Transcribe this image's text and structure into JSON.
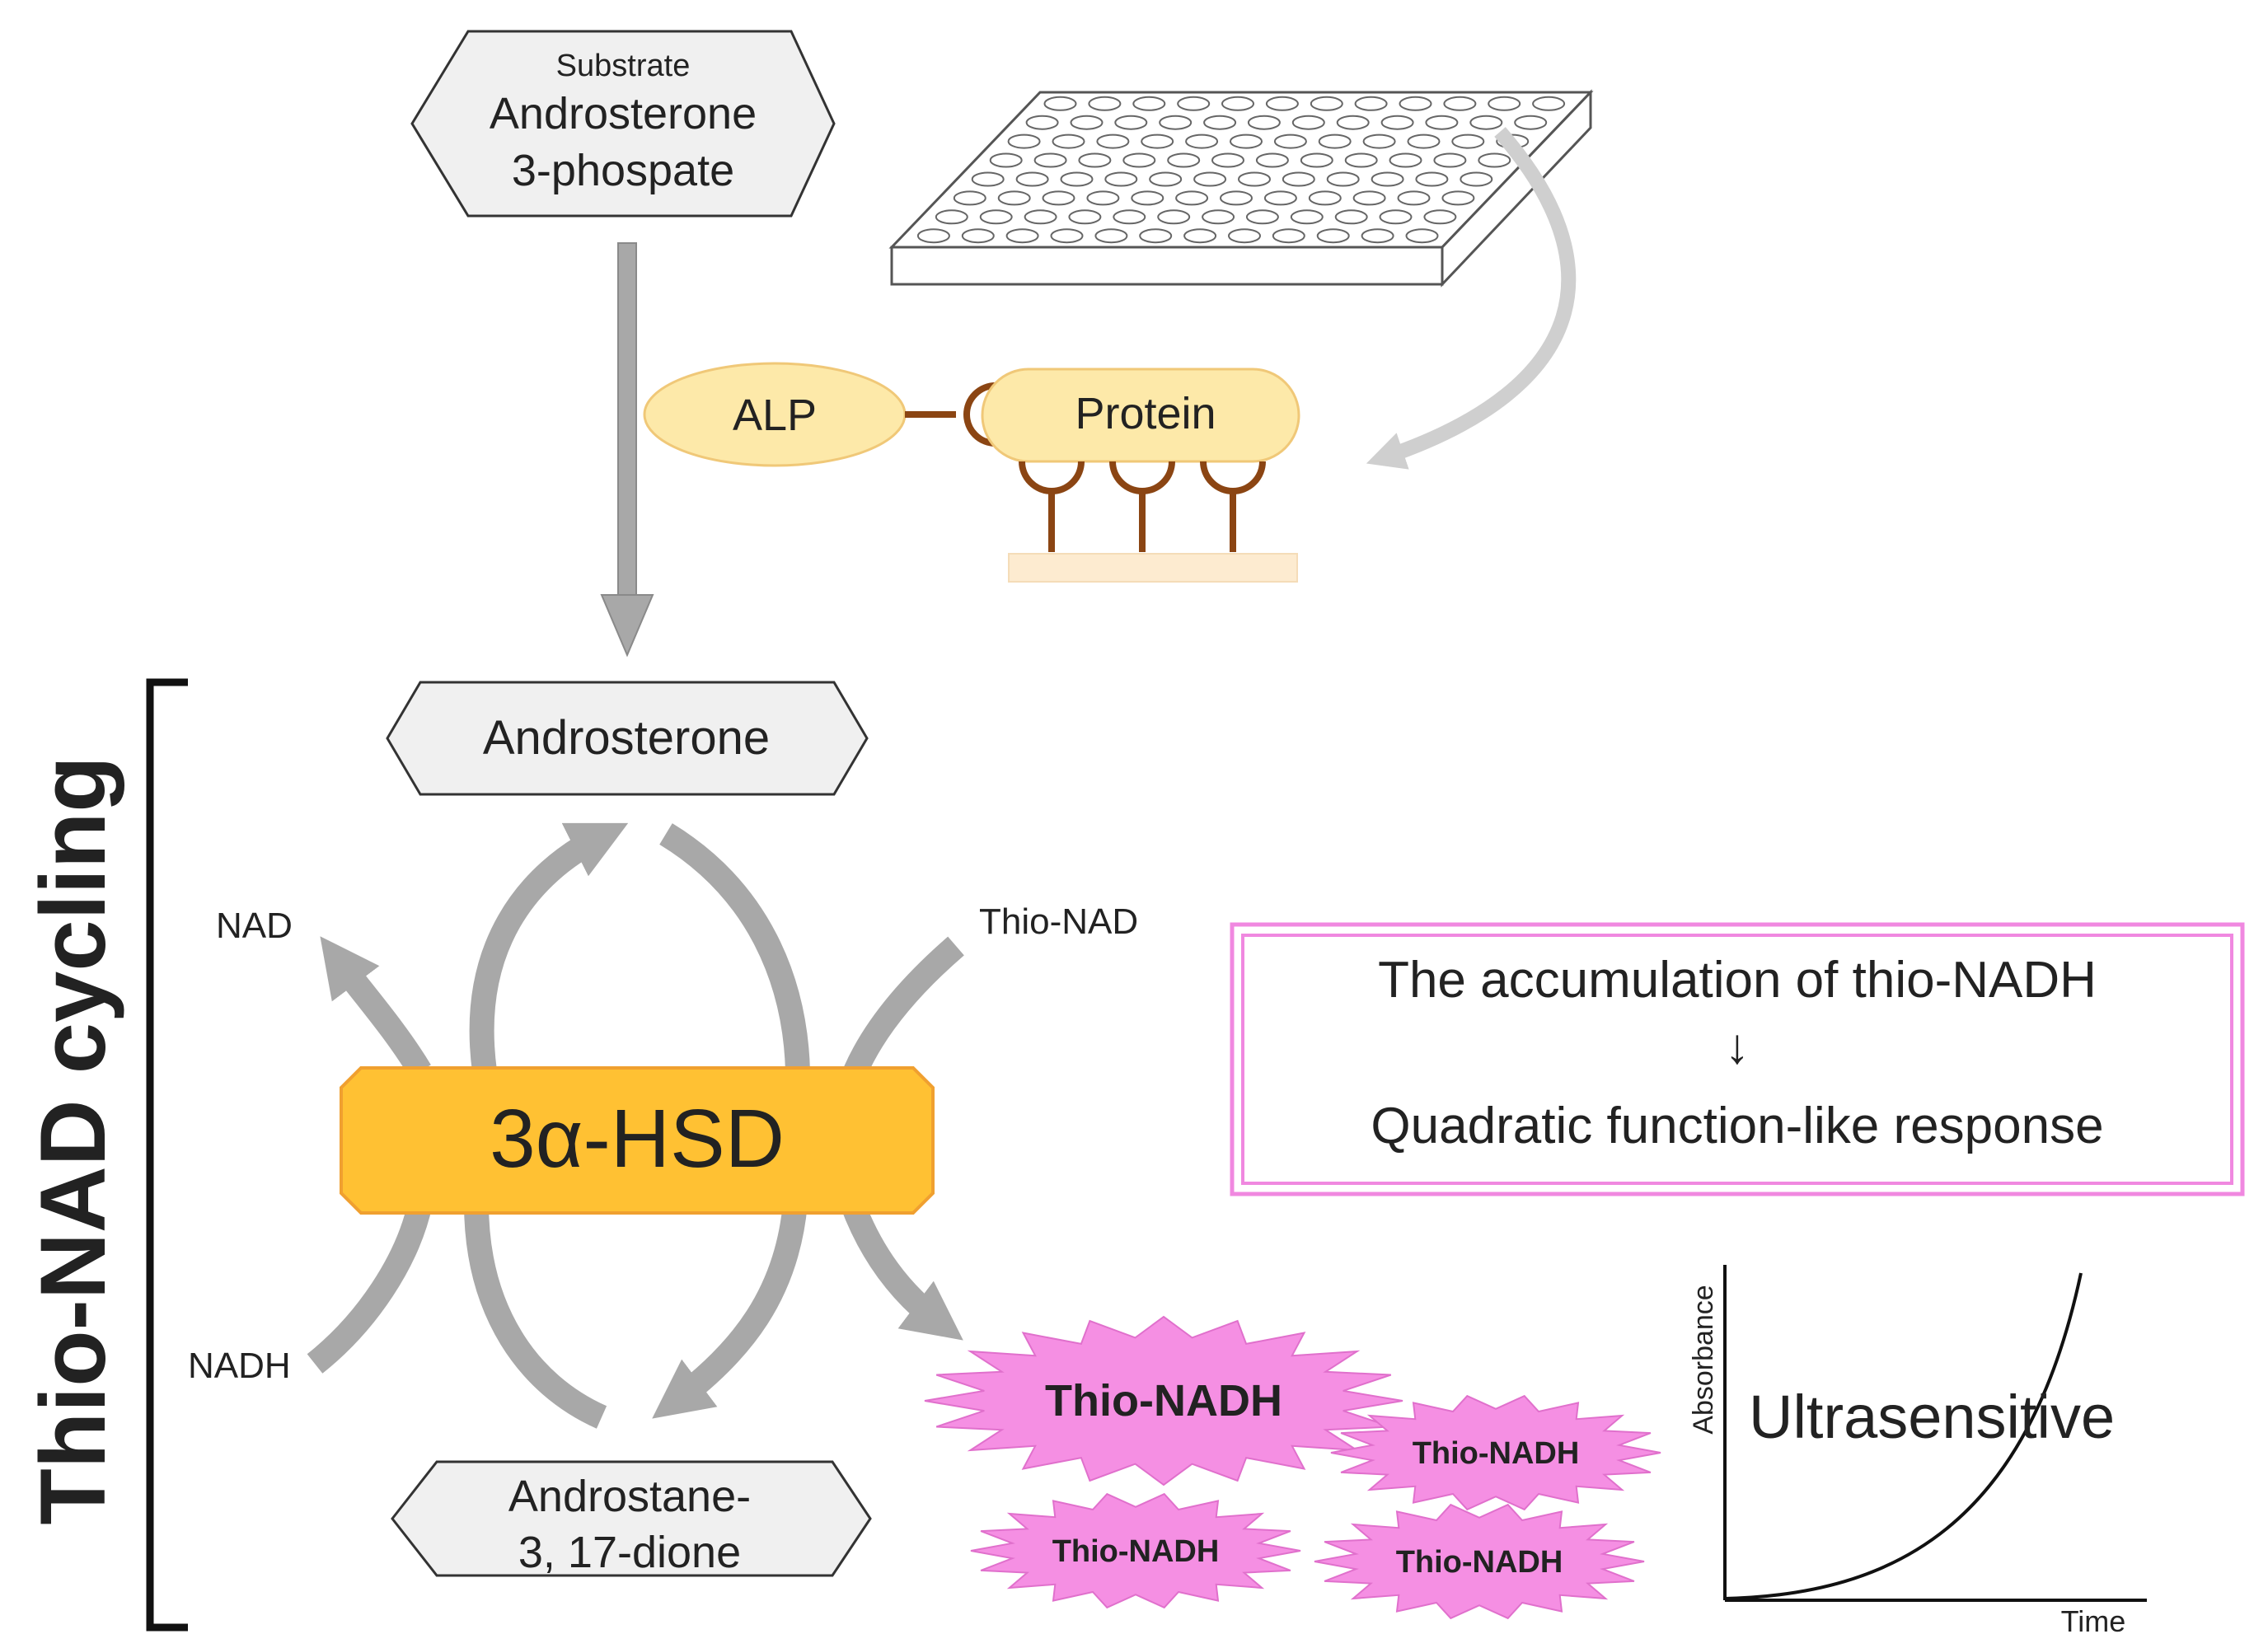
{
  "substrate": {
    "small_label": "Substrate",
    "line1": "Androsterone",
    "line2": "3-phospate"
  },
  "alp_label": "ALP",
  "protein_label": "Protein",
  "androsterone_label": "Androsterone",
  "enzyme_label": "3α-HSD",
  "product": {
    "line1": "Androstane-",
    "line2": "3, 17-dione"
  },
  "cofactors": {
    "nad": "NAD",
    "nadh": "NADH",
    "thio_nad": "Thio-NAD"
  },
  "cycling_title": "Thio-NAD cycling",
  "info_box": {
    "line1": "The accumulation of thio-NADH",
    "arrow": "↓",
    "line2": "Quadratic function-like response"
  },
  "bursts": {
    "main": "Thio-NADH",
    "right": "Thio-NADH",
    "bottom_left": "Thio-NADH",
    "bottom_right": "Thio-NADH"
  },
  "graph": {
    "ylabel": "Absorbance",
    "xlabel": "Time",
    "title": "Ultrasensitive"
  },
  "colors": {
    "enzyme_fill": "#ffc133",
    "enzyme_stroke": "#f0a030",
    "alp_fill": "#fde9a9",
    "burst_fill": "#f58fe3",
    "box_border": "#f088e0",
    "antibody": "#8b4513",
    "arrow_gray": "#a8a8a8"
  }
}
